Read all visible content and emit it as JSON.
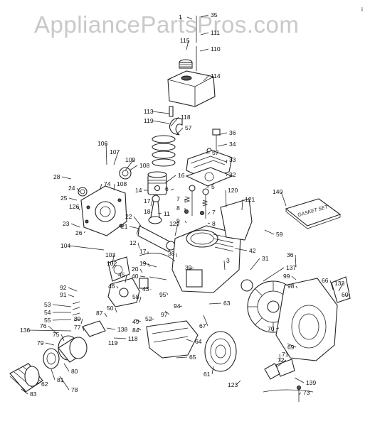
{
  "watermark": "AppliancePartsPros.com",
  "corner_mark": "i",
  "gasket_text": "GASKET SET",
  "callouts": [
    {
      "text": "1"
    },
    {
      "text": "35"
    },
    {
      "text": "111"
    },
    {
      "text": "115"
    },
    {
      "text": "110"
    },
    {
      "text": "114"
    },
    {
      "text": "113"
    },
    {
      "text": "119"
    },
    {
      "text": "118"
    },
    {
      "text": "57"
    },
    {
      "text": "36"
    },
    {
      "text": "34"
    },
    {
      "text": "57"
    },
    {
      "text": "33"
    },
    {
      "text": "32"
    },
    {
      "text": "106"
    },
    {
      "text": "107"
    },
    {
      "text": "109"
    },
    {
      "text": "108"
    },
    {
      "text": "74"
    },
    {
      "text": "108"
    },
    {
      "text": "28"
    },
    {
      "text": "24"
    },
    {
      "text": "25"
    },
    {
      "text": "126"
    },
    {
      "text": "23"
    },
    {
      "text": "26"
    },
    {
      "text": "16"
    },
    {
      "text": "14"
    },
    {
      "text": "6"
    },
    {
      "text": "5"
    },
    {
      "text": "120"
    },
    {
      "text": "121"
    },
    {
      "text": "140"
    },
    {
      "text": "7"
    },
    {
      "text": "8"
    },
    {
      "text": "9"
    },
    {
      "text": "7"
    },
    {
      "text": "8"
    },
    {
      "text": "17"
    },
    {
      "text": "18"
    },
    {
      "text": "11"
    },
    {
      "text": "22"
    },
    {
      "text": "21"
    },
    {
      "text": "129"
    },
    {
      "text": "59"
    },
    {
      "text": "104"
    },
    {
      "text": "12"
    },
    {
      "text": "38"
    },
    {
      "text": "42"
    },
    {
      "text": "103"
    },
    {
      "text": "17"
    },
    {
      "text": "31"
    },
    {
      "text": "36"
    },
    {
      "text": "102"
    },
    {
      "text": "19"
    },
    {
      "text": "39"
    },
    {
      "text": "3"
    },
    {
      "text": "137"
    },
    {
      "text": "98"
    },
    {
      "text": "99"
    },
    {
      "text": "20"
    },
    {
      "text": "40"
    },
    {
      "text": "92"
    },
    {
      "text": "45"
    },
    {
      "text": "66"
    },
    {
      "text": "133"
    },
    {
      "text": "60"
    },
    {
      "text": "91"
    },
    {
      "text": "46"
    },
    {
      "text": "43"
    },
    {
      "text": "95"
    },
    {
      "text": "58"
    },
    {
      "text": "53"
    },
    {
      "text": "94"
    },
    {
      "text": "63"
    },
    {
      "text": "54"
    },
    {
      "text": "50"
    },
    {
      "text": "97"
    },
    {
      "text": "55"
    },
    {
      "text": "87"
    },
    {
      "text": "52"
    },
    {
      "text": "89"
    },
    {
      "text": "49"
    },
    {
      "text": "84"
    },
    {
      "text": "70"
    },
    {
      "text": "136"
    },
    {
      "text": "138"
    },
    {
      "text": "67"
    },
    {
      "text": "77"
    },
    {
      "text": "118"
    },
    {
      "text": "119"
    },
    {
      "text": "79"
    },
    {
      "text": "75"
    },
    {
      "text": "64"
    },
    {
      "text": "69"
    },
    {
      "text": "76"
    },
    {
      "text": "65"
    },
    {
      "text": "71"
    },
    {
      "text": "72"
    },
    {
      "text": "80"
    },
    {
      "text": "61"
    },
    {
      "text": "123"
    },
    {
      "text": "81"
    },
    {
      "text": "139"
    },
    {
      "text": "62"
    },
    {
      "text": "83"
    },
    {
      "text": "78"
    },
    {
      "text": "73"
    }
  ]
}
